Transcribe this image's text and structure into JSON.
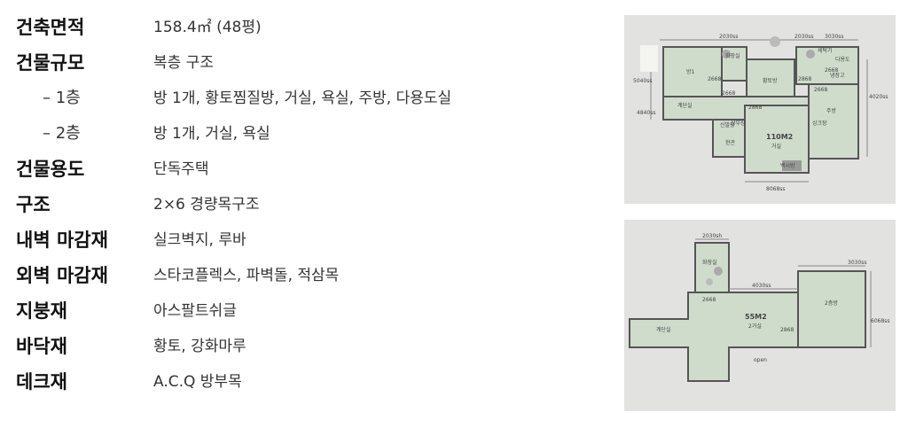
{
  "specs": [
    {
      "key": "건축면적",
      "value": "158.4㎡ (48평)",
      "sub": false
    },
    {
      "key": "건물규모",
      "value": "복층 구조",
      "sub": false
    },
    {
      "key": "– 1층",
      "value": "방 1개, 황토찜질방, 거실, 욕실, 주방, 다용도실",
      "sub": true
    },
    {
      "key": "– 2층",
      "value": "방 1개, 거실, 욕실",
      "sub": true
    },
    {
      "key": "건물용도",
      "value": "단독주택",
      "sub": false
    },
    {
      "key": "구조",
      "value": "2×6 경량목구조",
      "sub": false
    },
    {
      "key": "내벽 마감재",
      "value": "실크벽지, 루바",
      "sub": false
    },
    {
      "key": "외벽 마감재",
      "value": "스타코플렉스, 파벽돌, 적삼목",
      "sub": false
    },
    {
      "key": "지붕재",
      "value": "아스팔트쉬글",
      "sub": false
    },
    {
      "key": "바닥재",
      "value": "황토, 강화마루",
      "sub": false
    },
    {
      "key": "데크재",
      "value": "A.C.Q 방부목",
      "sub": false
    }
  ],
  "floorplan1": {
    "dims": {
      "top1": "2030ss",
      "top2": "2030ss",
      "top3": "3030ss",
      "left1": "5040ss",
      "left2": "4840ss",
      "right": "4020ss",
      "bottom": "8068ss"
    },
    "rooms": {
      "bed": "방1",
      "bath": "화장실",
      "sauna": "황토방",
      "stair": "계단실",
      "entry": "신발장",
      "foyer": "현관",
      "living": "110M2",
      "living_sub": "거실",
      "kitchen": "주방",
      "storage": "냉장고",
      "utility": "세탁기",
      "pantry": "다용도",
      "sink": "싱크장",
      "kitchen_cab": "상부장",
      "door": "백시방"
    },
    "labels": {
      "d1": "2668",
      "d2": "2668",
      "d3": "2868",
      "d4": "2868",
      "d5": "2668",
      "d6": "2668"
    }
  },
  "floorplan2": {
    "dims": {
      "top": "2030sh",
      "mid": "4030ss",
      "right_top": "3030ss",
      "right": "6068ss"
    },
    "rooms": {
      "bath": "화장실",
      "stair": "계단실",
      "living": "55M2",
      "living_sub": "2거실",
      "bed": "2층방",
      "open": "open"
    },
    "labels": {
      "d1": "2668",
      "d2": "2868"
    }
  }
}
